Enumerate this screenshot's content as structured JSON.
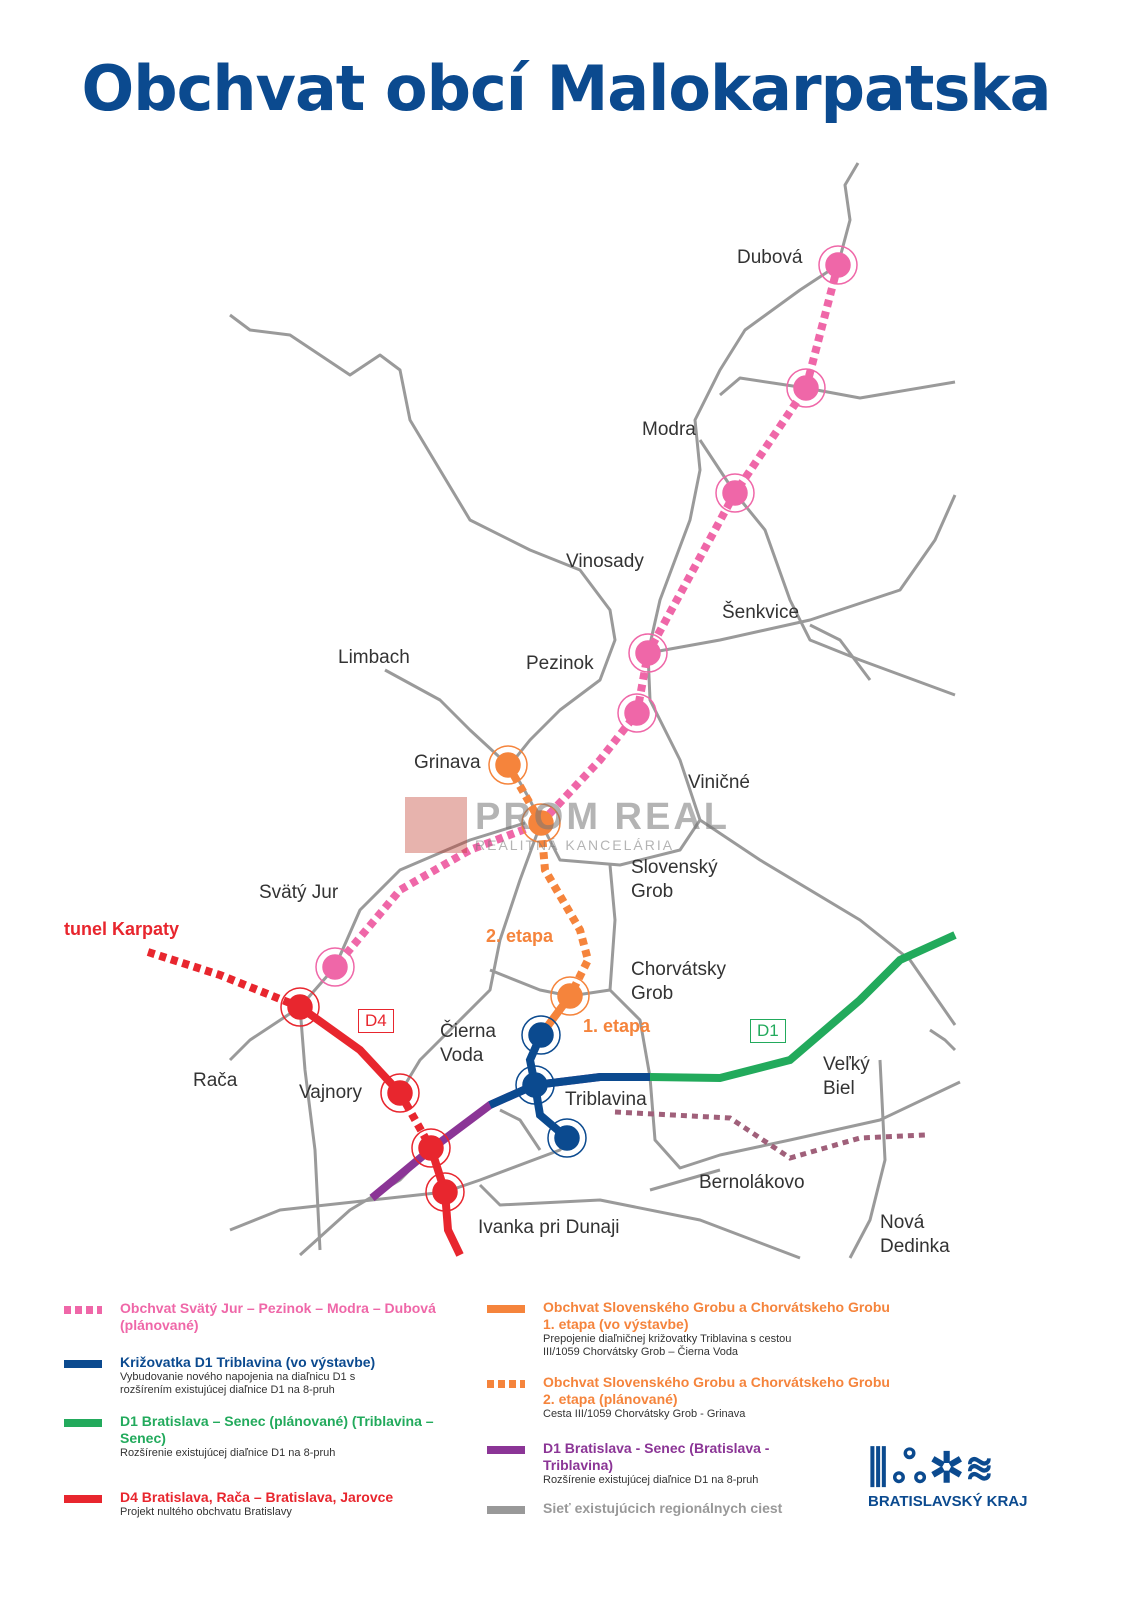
{
  "title": "Obchvat obcí Malokarpatska",
  "places": {
    "dubova": "Dubová",
    "modra": "Modra",
    "vinosady": "Vinosady",
    "senkvice": "Šenkvice",
    "limbach": "Limbach",
    "pezinok": "Pezinok",
    "grinava": "Grinava",
    "vinicne": "Viničné",
    "slovensky_grob": [
      "Slovenský",
      "Grob"
    ],
    "svaty_jur": "Svätý Jur",
    "chorvatsky_grob": [
      "Chorvátsky",
      "Grob"
    ],
    "cierna_voda": [
      "Čierna",
      "Voda"
    ],
    "raca": "Rača",
    "vajnory": "Vajnory",
    "triblavina": "Triblavina",
    "velky_biel": [
      "Veľký",
      "Biel"
    ],
    "bernolakovo": "Bernolákovo",
    "ivanka": "Ivanka pri Dunaji",
    "nova_dedinka": [
      "Nová",
      "Dedinka"
    ]
  },
  "labels": {
    "tunel": "tunel Karpaty",
    "etapa2": "2. etapa",
    "etapa1": "1. etapa",
    "d4": "D4",
    "d1": "D1"
  },
  "watermark": {
    "line1": "PROM REAL",
    "line2": "REALITNÁ KANCELÁRIA"
  },
  "legend": [
    {
      "title": "Obchvat Svätý Jur – Pezinok – Modra – Dubová  (plánované)",
      "desc": "",
      "color": "#ef67a8",
      "style": "dotted"
    },
    {
      "title": "Križovatka D1 Triblavina (vo výstavbe)",
      "desc": "Vybudovanie nového napojenia na diaľnicu D1 s rozšírením existujúcej diaľnice D1 na 8-pruh",
      "color": "#0b4a8f",
      "style": "solid"
    },
    {
      "title": "D1 Bratislava – Senec (plánované) (Triblavina – Senec)",
      "desc": "Rozšírenie existujúcej diaľnice D1 na 8-pruh",
      "color": "#22aa5c",
      "style": "solid"
    },
    {
      "title": "D4 Bratislava, Rača – Bratislava, Jarovce",
      "desc": "Projekt nultého obchvatu Bratislavy",
      "color": "#e8262e",
      "style": "solid"
    },
    {
      "title": "Obchvat Slovenského Grobu a Chorvátskeho Grobu 1. etapa (vo výstavbe)",
      "desc": "Prepojenie diaľničnej križovatky Triblavina s cestou III/1059 Chorvátsky Grob – Čierna Voda",
      "color": "#f5843c",
      "style": "solid"
    },
    {
      "title": "Obchvat Slovenského Grobu a Chorvátskeho Grobu 2. etapa (plánované)",
      "desc": "Cesta III/1059 Chorvátsky Grob - Grinava",
      "color": "#f5843c",
      "style": "dotted"
    },
    {
      "title": "D1 Bratislava - Senec (Bratislava - Triblavina)",
      "desc": "Rozšírenie existujúcej diaľnice D1 na 8-pruh",
      "color": "#8b3596",
      "style": "solid"
    },
    {
      "title": "Sieť existujúcich regionálnych ciest",
      "desc": "",
      "color": "#999999",
      "style": "solid"
    }
  ],
  "brand": "BRATISLAVSKÝ KRAJ"
}
